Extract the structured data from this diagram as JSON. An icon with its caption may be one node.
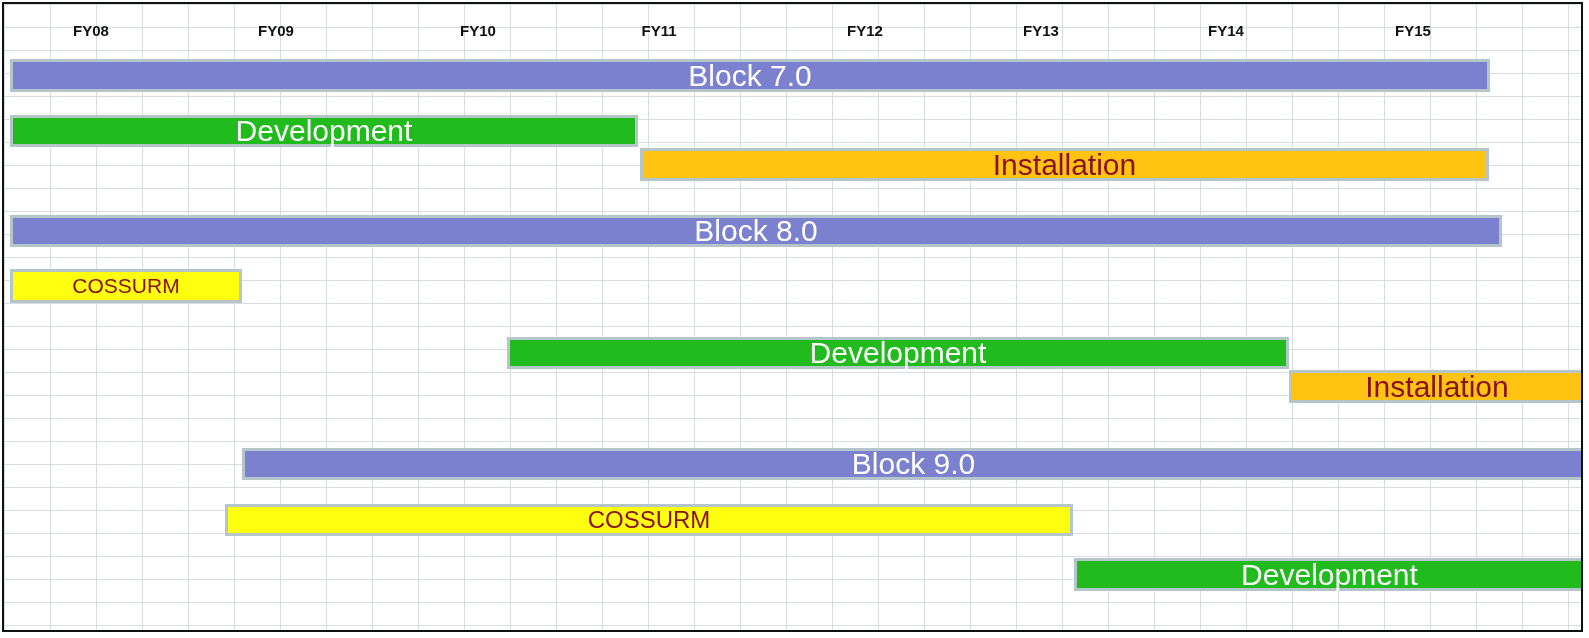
{
  "diagram": {
    "nodes": [
      {
        "text": [
          "Block 7.0"
        ]
      },
      {
        "text": [
          "Development"
        ]
      },
      {
        "text": [
          "Installation"
        ]
      },
      {
        "text": [
          "Block 8.0"
        ]
      },
      {
        "text": [
          "COSSURM"
        ]
      },
      {
        "text": [
          "Development"
        ]
      },
      {
        "text": [
          "Installation"
        ]
      },
      {
        "text": [
          "Block 9.0"
        ]
      },
      {
        "text": [
          "COSSURM"
        ]
      },
      {
        "text": [
          "Development"
        ]
      }
    ],
    "labels": [
      "FY08",
      "FY09",
      "FY10",
      "FY11",
      "FY12",
      "FY13",
      "FY14",
      "FY15"
    ]
  }
}
